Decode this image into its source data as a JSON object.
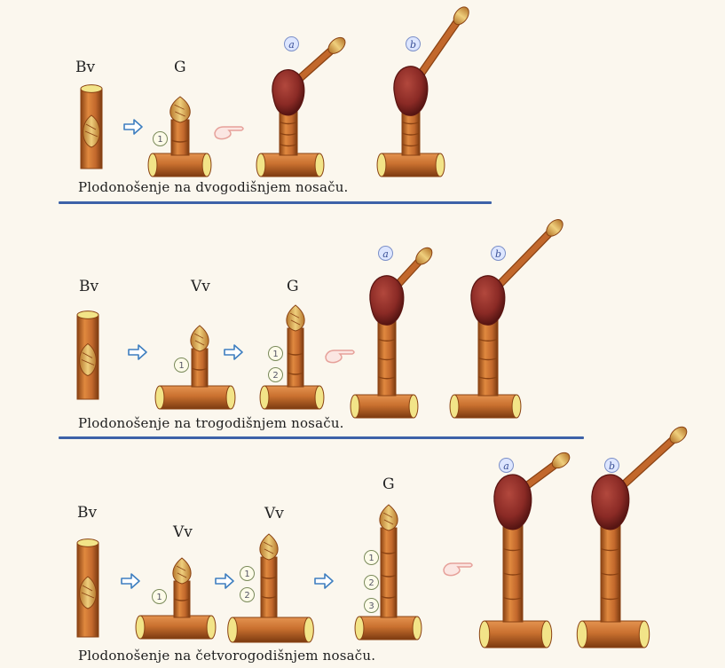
{
  "colors": {
    "bark": "#c2682c",
    "bark_dark": "#8a4213",
    "bark_light": "#e49350",
    "cut_face": "#f2e488",
    "fruit": "#8a2a25",
    "fruit_dark": "#5a1512",
    "bud": "#e7c069",
    "arrow": "#3f7fc0",
    "hand": "#e6a19a",
    "separator": "#3d62a8"
  },
  "icons": {
    "arrow": "arrow-right-icon",
    "hand": "pointing-hand-icon"
  },
  "variant_labels": {
    "a": "a",
    "b": "b"
  },
  "sections": [
    {
      "labels": {
        "bv": "Bv",
        "g": "G"
      },
      "stage_marks": [
        "1"
      ],
      "caption": "Plodonošenje na dvogodišnjem nosaču."
    },
    {
      "labels": {
        "bv": "Bv",
        "vv": "Vv",
        "g": "G"
      },
      "stage_marks": [
        "1",
        "1",
        "2"
      ],
      "caption": "Plodonošenje na trogodišnjem nosaču."
    },
    {
      "labels": {
        "bv": "Bv",
        "vv1": "Vv",
        "vv2": "Vv",
        "g": "G"
      },
      "stage_marks": [
        "1",
        "1",
        "2",
        "1",
        "2",
        "3"
      ],
      "caption": "Plodonošenje na četvorogodišnjem nosaču."
    }
  ]
}
